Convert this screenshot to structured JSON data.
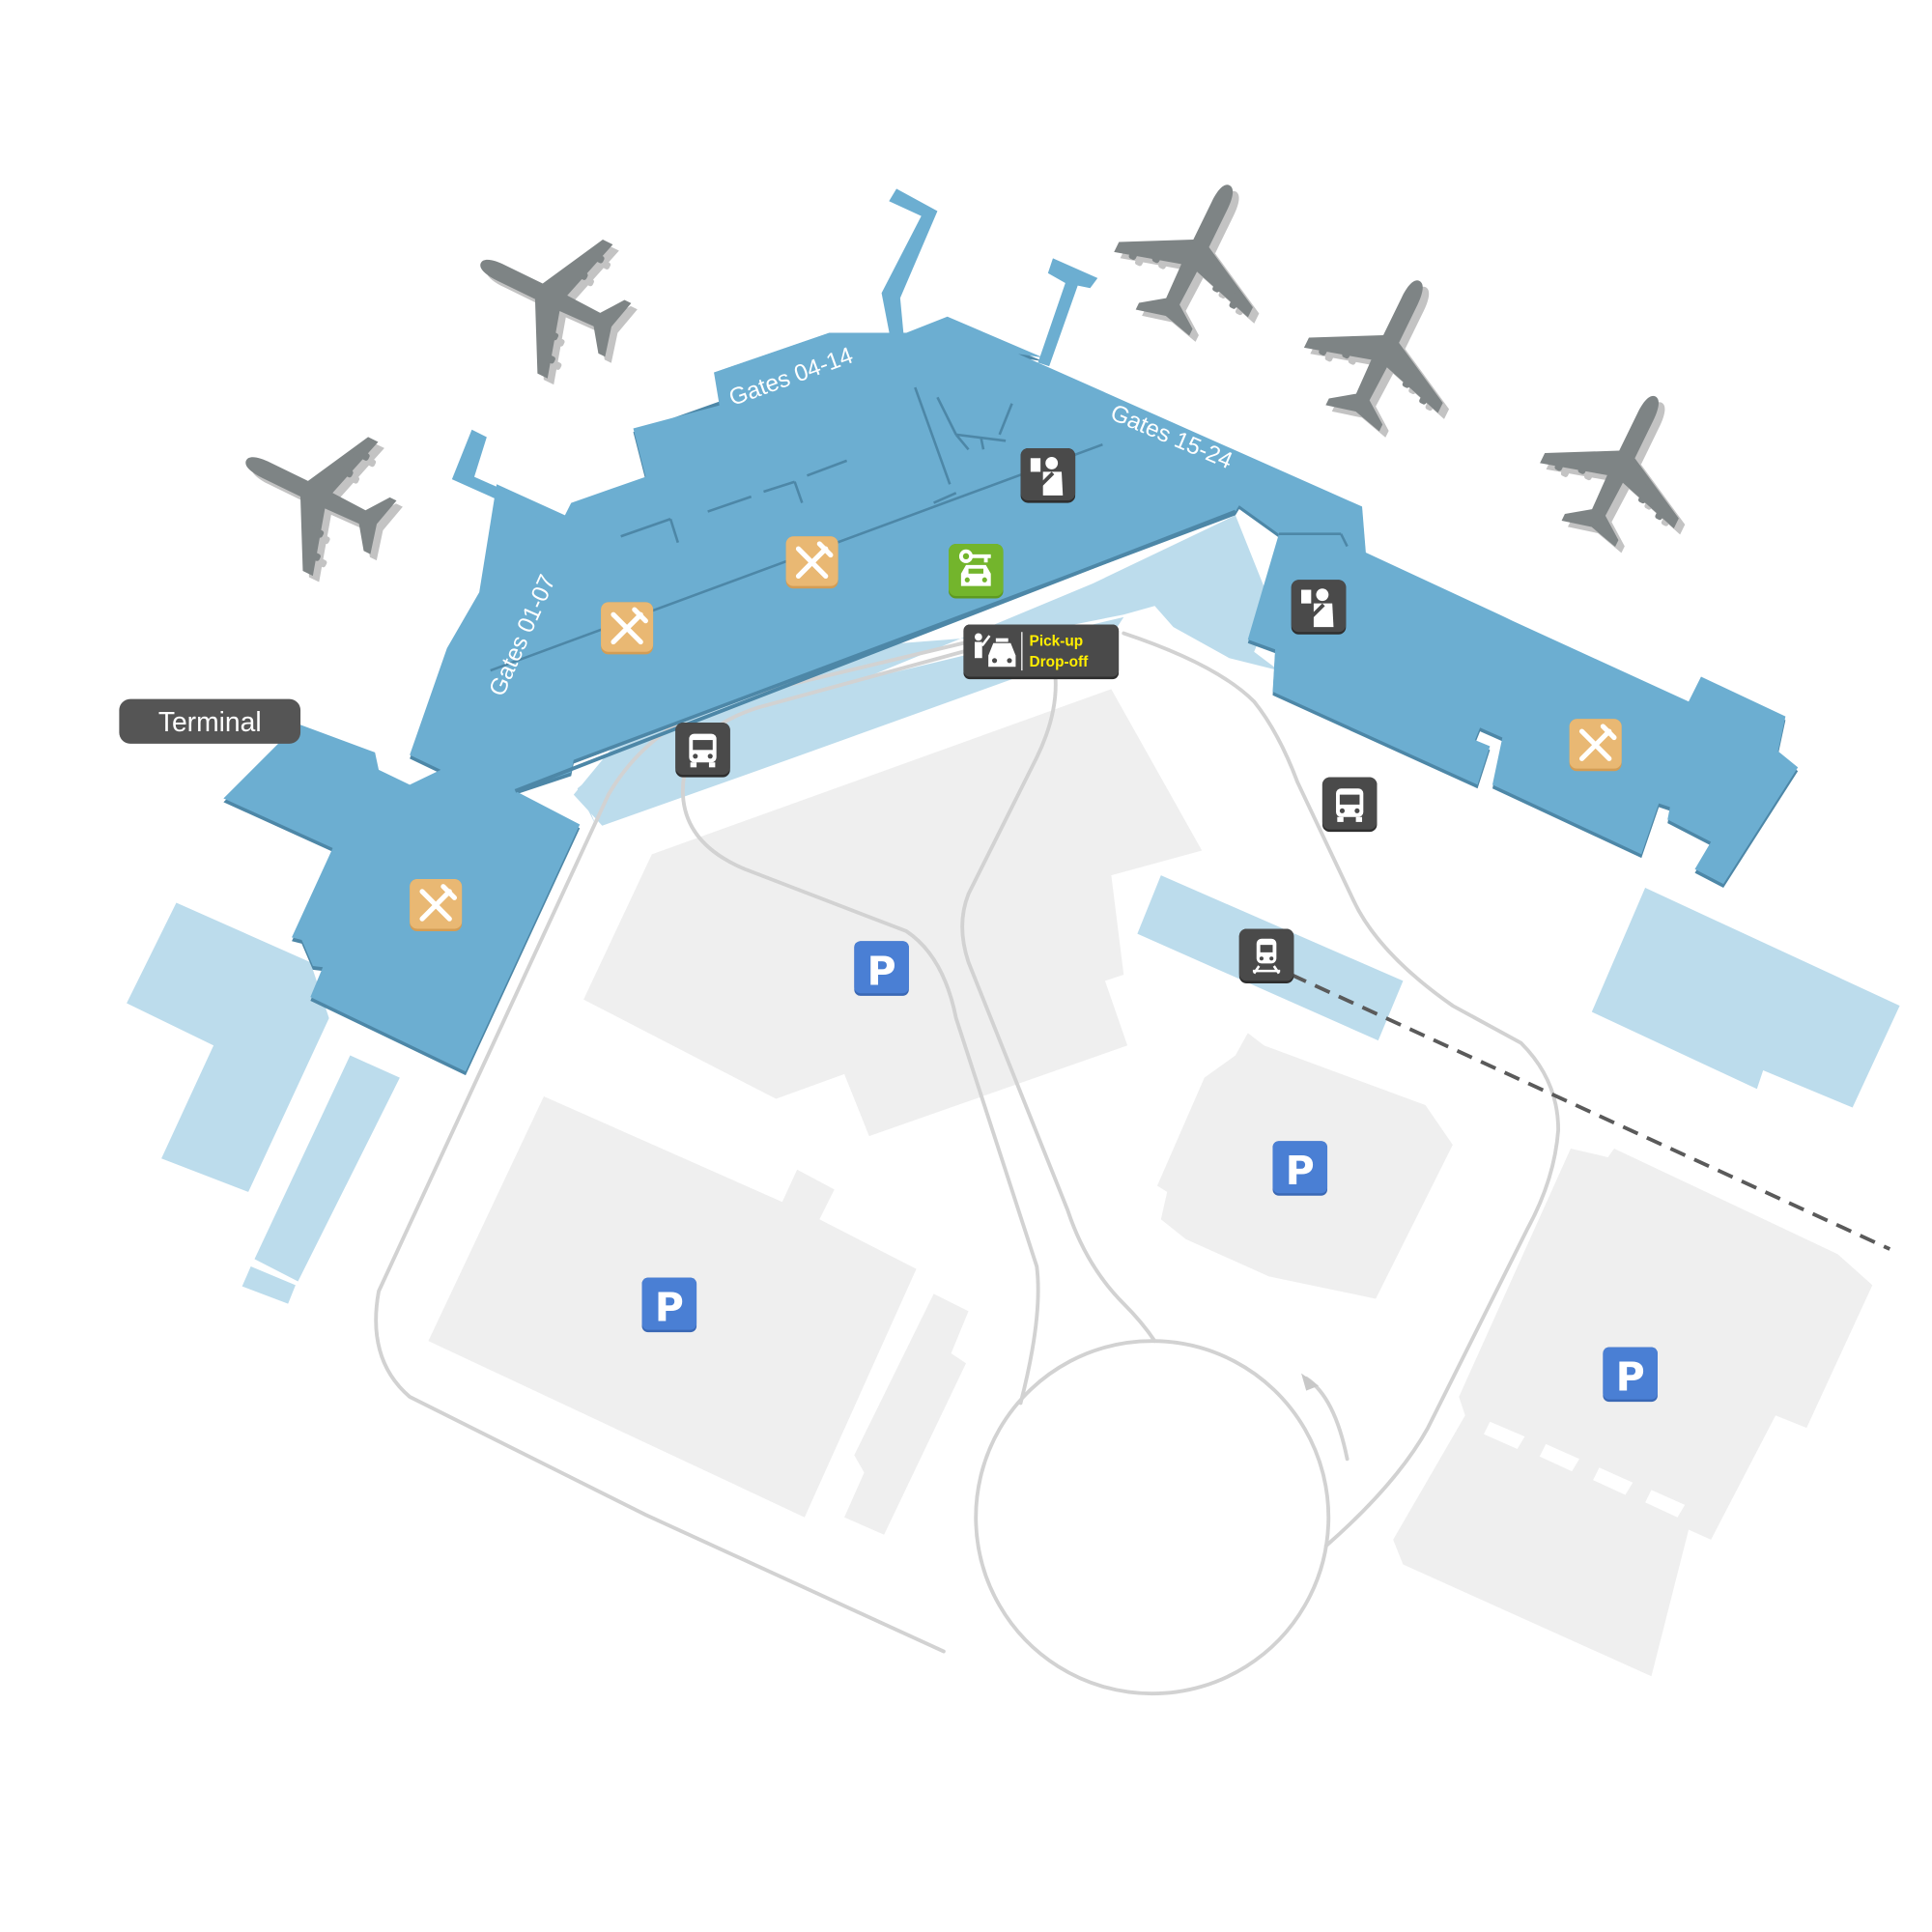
{
  "map": {
    "terminal_label": "Terminal",
    "gate_labels": {
      "left": "Gates 01-07",
      "center": "Gates 04-14",
      "right": "Gates 15-24"
    },
    "pickup": {
      "line1": "Pick-up",
      "line2": "Drop-off"
    },
    "parking_symbol": "P",
    "icons": [
      "restaurant-icon",
      "car-rental-icon",
      "passport-control-icon",
      "taxi-pickup-icon",
      "bus-stop-icon",
      "train-station-icon",
      "parking-icon",
      "airplane-icon",
      "direction-arrow-icon"
    ],
    "colors": {
      "terminal": "#6caed1",
      "terminal_light": "#bcdcec",
      "parking_lot": "#efefef",
      "road": "#d2d2d2",
      "airplane": "#7e8485",
      "icon_dark": "#4a4a4a",
      "restaurant": "#e9b873",
      "car_rental": "#73b52c",
      "parking": "#4a7fd4",
      "pickup_text": "#ffee00",
      "rail": "#5a5a5a"
    }
  }
}
